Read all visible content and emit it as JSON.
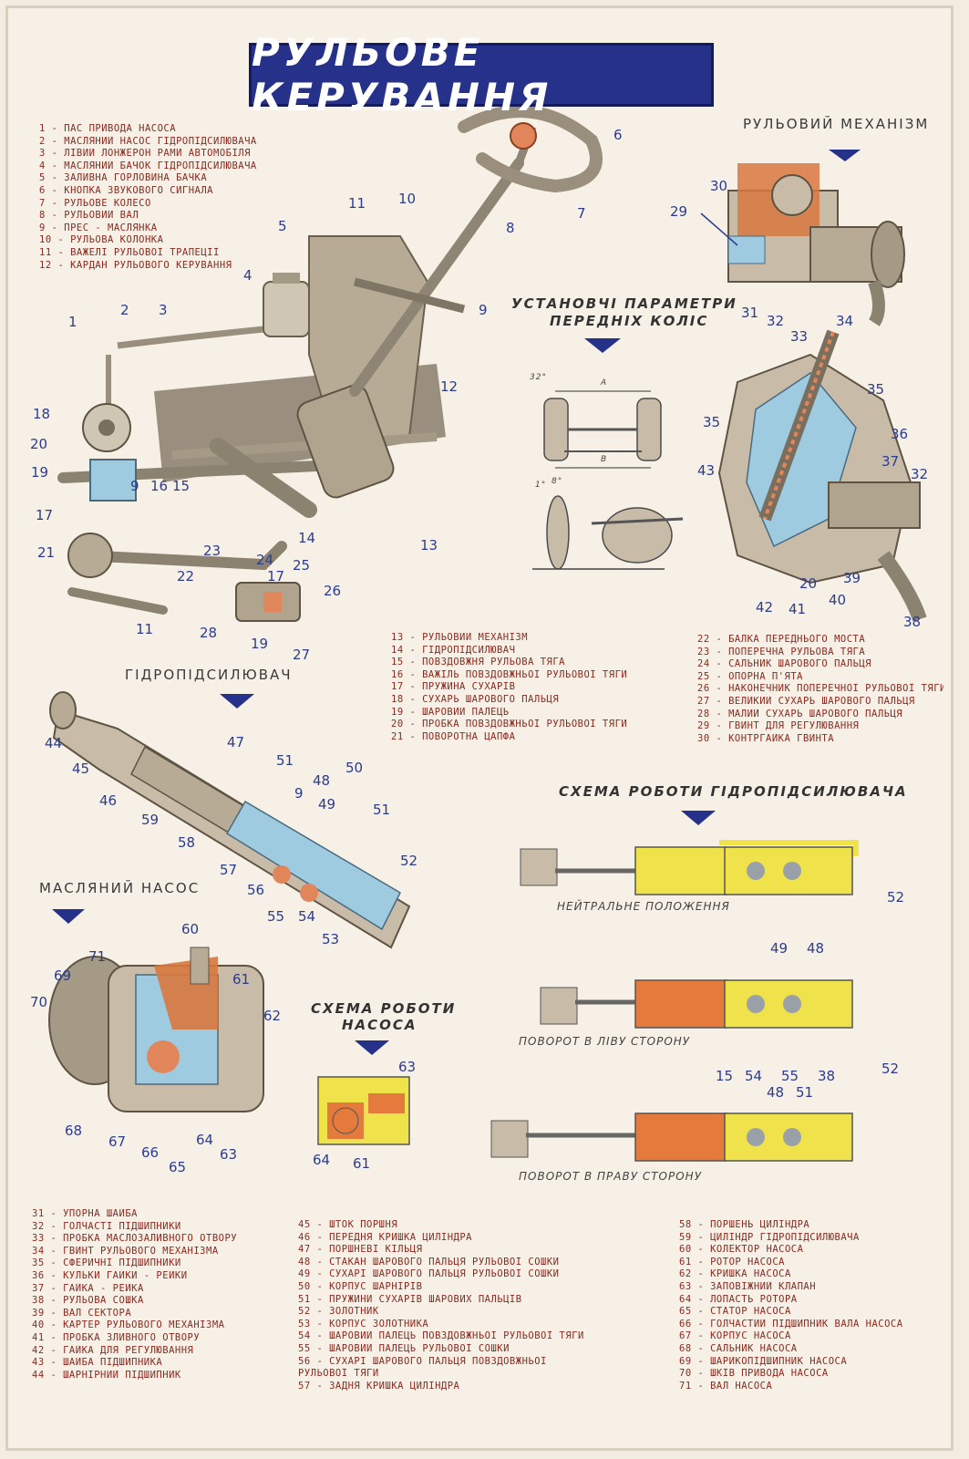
{
  "title": "РУЛЬОВЕ КЕРУВАННЯ",
  "sections": {
    "steering_mechanism": "РУЛЬОВИЙ МЕХАНІЗМ",
    "wheel_parameters_1": "УСТАНОВЧІ ПАРАМЕТРИ",
    "wheel_parameters_2": "ПЕРЕДНІХ КОЛІС",
    "power_steering": "ГІДРОПІДСИЛЮВАЧ",
    "oil_pump": "МАСЛЯНИЙ НАСОС",
    "pump_scheme_1": "СХЕМА РОБОТИ",
    "pump_scheme_2": "НАСОСА",
    "booster_scheme": "СХЕМА РОБОТИ ГІДРОПІДСИЛЮВАЧА"
  },
  "captions": {
    "neutral": "НЕЙТРАЛЬНЕ ПОЛОЖЕННЯ",
    "left_turn": "ПОВОРОТ В ЛІВУ СТОРОНУ",
    "right_turn": "ПОВОРОТ В ПРАВУ СТОРОНУ"
  },
  "wheel_params": {
    "angle_top": "32°",
    "dim_a": "А",
    "dim_b": "В",
    "angle_bottom_1": "1°",
    "angle_bottom_2": "8°"
  },
  "legend_top_left": [
    "1 - ПАС ПРИВОДА НАСОСА",
    "2 - МАСЛЯНИЙ НАСОС ГІДРОПІДСИЛЮВАЧА",
    "3 - ЛІВИЙ ЛОНЖЕРОН РАМИ АВТОМОБІЛЯ",
    "4 - МАСЛЯНИЙ БАЧОК ГІДРОПІДСИЛЮВАЧА",
    "5 - ЗАЛИВНА ГОРЛОВИНА БАЧКА",
    "6 - КНОПКА ЗВУКОВОГО СИГНАЛА",
    "7 - РУЛЬОВЕ КОЛЕСО",
    "8 - РУЛЬОВИЙ ВАЛ",
    "9 - ПРЕС - МАСЛЯНКА",
    "10 - РУЛЬОВА КОЛОНКА",
    "11 - ВАЖЕЛІ РУЛЬОВОЇ ТРАПЕЦІЇ",
    "12 - КАРДАН РУЛЬОВОГО КЕРУВАННЯ"
  ],
  "legend_mid_1": [
    "13 - РУЛЬОВИЙ МЕХАНІЗМ",
    "14 - ГІДРОПІДСИЛЮВАЧ",
    "15 - ПОВЗДОВЖНЯ РУЛЬОВА ТЯГА",
    "16 - ВАЖІЛЬ ПОВЗДОВЖНЬОЇ РУЛЬОВОЇ ТЯГИ",
    "17 - ПРУЖИНА СУХАРІВ",
    "18 - СУХАРЬ ШАРОВОГО ПАЛЬЦЯ",
    "19 - ШАРОВИЙ ПАЛЕЦЬ",
    "20 - ПРОБКА ПОВЗДОВЖНЬОЇ РУЛЬОВОЇ ТЯГИ",
    "21 - ПОВОРОТНА ЦАПФА"
  ],
  "legend_mid_2": [
    "22 - БАЛКА ПЕРЕДНЬОГО МОСТА",
    "23 - ПОПЕРЕЧНА РУЛЬОВА ТЯГА",
    "24 - САЛЬНИК ШАРОВОГО ПАЛЬЦЯ",
    "25 - ОПОРНА П'ЯТА",
    "26 - НАКОНЕЧНИК ПОПЕРЕЧНОЇ РУЛЬОВОЇ ТЯГИ",
    "27 - ВЕЛИКИЙ СУХАРЬ ШАРОВОГО ПАЛЬЦЯ",
    "28 - МАЛИЙ СУХАРЬ ШАРОВОГО ПАЛЬЦЯ",
    "29 - ГВИНТ ДЛЯ РЕГУЛЮВАННЯ",
    "30 - КОНТРГАЙКА ГВИНТА"
  ],
  "legend_bottom_1": [
    "31 - УПОРНА ШАЙБА",
    "32 - ГОЛЧАСТІ ПІДШИПНИКИ",
    "33 - ПРОБКА МАСЛОЗАЛИВНОГО ОТВОРУ",
    "34 - ГВИНТ РУЛЬОВОГО МЕХАНІЗМА",
    "35 - СФЕРИЧНІ ПІДШИПНИКИ",
    "36 - КУЛЬКИ ГАЙКИ - РЕЙКИ",
    "37 - ГАЙКА - РЕЙКА",
    "38 - РУЛЬОВА СОШКА",
    "39 - ВАЛ СЕКТОРА",
    "40 - КАРТЕР РУЛЬОВОГО МЕХАНІЗМА",
    "41 - ПРОБКА ЗЛИВНОГО ОТВОРУ",
    "42 - ГАЙКА ДЛЯ РЕГУЛЮВАННЯ",
    "43 - ШАЙБА ПІДШИПНИКА",
    "44 - ШАРНІРНИЙ ПІДШИПНИК"
  ],
  "legend_bottom_2": [
    "45 - ШТОК ПОРШНЯ",
    "46 - ПЕРЕДНЯ КРИШКА ЦИЛІНДРА",
    "47 - ПОРШНЕВІ КІЛЬЦЯ",
    "48 - СТАКАН ШАРОВОГО ПАЛЬЦЯ РУЛЬОВОЇ СОШКИ",
    "49 - СУХАРІ ШАРОВОГО ПАЛЬЦЯ РУЛЬОВОЇ СОШКИ",
    "50 - КОРПУС ШАРНІРІВ",
    "51 - ПРУЖИНИ СУХАРІВ ШАРОВИХ ПАЛЬЦІВ",
    "52 - ЗОЛОТНИК",
    "53 - КОРПУС ЗОЛОТНИКА",
    "54 - ШАРОВИЙ ПАЛЕЦЬ ПОВЗДОВЖНЬОЇ РУЛЬОВОЇ ТЯГИ",
    "55 - ШАРОВИЙ ПАЛЕЦЬ РУЛЬОВОЇ СОШКИ",
    "56 - СУХАРІ ШАРОВОГО ПАЛЬЦЯ ПОВЗДОВЖНЬОЇ",
    "       РУЛЬОВОЇ ТЯГИ",
    "57 - ЗАДНЯ КРИШКА ЦИЛІНДРА"
  ],
  "legend_bottom_3": [
    "58 - ПОРШЕНЬ ЦИЛІНДРА",
    "59 - ЦИЛІНДР ГІДРОПІДСИЛЮВАЧА",
    "60 - КОЛЕКТОР НАСОСА",
    "61 - РОТОР НАСОСА",
    "62 - КРИШКА НАСОСА",
    "63 - ЗАПОВІЖНИЙ КЛАПАН",
    "64 - ЛОПАСТЬ РОТОРА",
    "65 - СТАТОР НАСОСА",
    "66 - ГОЛЧАСТИЙ ПІДШИПНИК ВАЛА НАСОСА",
    "67 - КОРПУС НАСОСА",
    "68 - САЛЬНИК НАСОСА",
    "69 - ШАРИКОПІДШИПНИК НАСОСА",
    "70 - ШКІВ ПРИВОДА НАСОСА",
    "71 - ВАЛ НАСОСА"
  ],
  "callouts": [
    {
      "t": "1",
      "c": "cl-1"
    },
    {
      "t": "2",
      "c": "cl-2"
    },
    {
      "t": "3",
      "c": "cl-3"
    },
    {
      "t": "4",
      "c": "cl-4"
    },
    {
      "t": "5",
      "c": "cl-5"
    },
    {
      "t": "6",
      "c": "cl-6"
    },
    {
      "t": "7",
      "c": "cl-7"
    },
    {
      "t": "8",
      "c": "cl-8"
    },
    {
      "t": "9",
      "c": "cl-9"
    },
    {
      "t": "10",
      "c": "cl-10"
    },
    {
      "t": "11",
      "c": "cl-11"
    },
    {
      "t": "12",
      "c": "cl-12"
    },
    {
      "t": "13",
      "c": "cl-13"
    },
    {
      "t": "14",
      "c": "cl-14"
    },
    {
      "t": "15",
      "c": "cl-15"
    },
    {
      "t": "16",
      "c": "cl-16"
    },
    {
      "t": "9",
      "c": "cl-9b"
    },
    {
      "t": "17",
      "c": "cl-17"
    },
    {
      "t": "18",
      "c": "cl-18"
    },
    {
      "t": "19",
      "c": "cl-19"
    },
    {
      "t": "20",
      "c": "cl-20"
    },
    {
      "t": "21",
      "c": "cl-21"
    },
    {
      "t": "22",
      "c": "cl-22"
    },
    {
      "t": "23",
      "c": "cl-23"
    },
    {
      "t": "11",
      "c": "cl-11b"
    },
    {
      "t": "24",
      "c": "cl-24"
    },
    {
      "t": "25",
      "c": "cl-25"
    },
    {
      "t": "17",
      "c": "cl-17b"
    },
    {
      "t": "26",
      "c": "cl-26"
    },
    {
      "t": "28",
      "c": "cl-28"
    },
    {
      "t": "19",
      "c": "cl-19b"
    },
    {
      "t": "27",
      "c": "cl-27"
    },
    {
      "t": "30",
      "c": "cl-30"
    },
    {
      "t": "29",
      "c": "cl-29"
    },
    {
      "t": "31",
      "c": "cl-31"
    },
    {
      "t": "32",
      "c": "cl-32"
    },
    {
      "t": "33",
      "c": "cl-33"
    },
    {
      "t": "34",
      "c": "cl-34"
    },
    {
      "t": "35",
      "c": "cl-35"
    },
    {
      "t": "35",
      "c": "cl-35b"
    },
    {
      "t": "36",
      "c": "cl-36"
    },
    {
      "t": "37",
      "c": "cl-37"
    },
    {
      "t": "43",
      "c": "cl-43"
    },
    {
      "t": "32",
      "c": "cl-32b"
    },
    {
      "t": "20",
      "c": "cl-20b"
    },
    {
      "t": "39",
      "c": "cl-39"
    },
    {
      "t": "42",
      "c": "cl-42"
    },
    {
      "t": "41",
      "c": "cl-41"
    },
    {
      "t": "40",
      "c": "cl-40"
    },
    {
      "t": "38",
      "c": "cl-38"
    },
    {
      "t": "44",
      "c": "cl-44"
    },
    {
      "t": "45",
      "c": "cl-45"
    },
    {
      "t": "46",
      "c": "cl-46"
    },
    {
      "t": "47",
      "c": "cl-47"
    },
    {
      "t": "59",
      "c": "cl-59"
    },
    {
      "t": "58",
      "c": "cl-58"
    },
    {
      "t": "57",
      "c": "cl-57"
    },
    {
      "t": "51",
      "c": "cl-51"
    },
    {
      "t": "9",
      "c": "cl-9c"
    },
    {
      "t": "48",
      "c": "cl-48"
    },
    {
      "t": "49",
      "c": "cl-49"
    },
    {
      "t": "50",
      "c": "cl-50"
    },
    {
      "t": "51",
      "c": "cl-51b"
    },
    {
      "t": "56",
      "c": "cl-56"
    },
    {
      "t": "55",
      "c": "cl-55"
    },
    {
      "t": "54",
      "c": "cl-54"
    },
    {
      "t": "53",
      "c": "cl-53"
    },
    {
      "t": "52",
      "c": "cl-52"
    },
    {
      "t": "60",
      "c": "cl-60"
    },
    {
      "t": "71",
      "c": "cl-71"
    },
    {
      "t": "69",
      "c": "cl-69"
    },
    {
      "t": "61",
      "c": "cl-61"
    },
    {
      "t": "70",
      "c": "cl-70"
    },
    {
      "t": "62",
      "c": "cl-62"
    },
    {
      "t": "68",
      "c": "cl-68"
    },
    {
      "t": "67",
      "c": "cl-67"
    },
    {
      "t": "66",
      "c": "cl-66"
    },
    {
      "t": "65",
      "c": "cl-65"
    },
    {
      "t": "64",
      "c": "cl-64"
    },
    {
      "t": "63",
      "c": "cl-63"
    },
    {
      "t": "63",
      "c": "cl-63b"
    },
    {
      "t": "64",
      "c": "cl-64b"
    },
    {
      "t": "61",
      "c": "cl-61b"
    },
    {
      "t": "52",
      "c": "cl-52b"
    },
    {
      "t": "49",
      "c": "cl-49b"
    },
    {
      "t": "48",
      "c": "cl-48b"
    },
    {
      "t": "15",
      "c": "cl-15b"
    },
    {
      "t": "54",
      "c": "cl-54b"
    },
    {
      "t": "55",
      "c": "cl-55b"
    },
    {
      "t": "38",
      "c": "cl-38b"
    },
    {
      "t": "52",
      "c": "cl-52c"
    },
    {
      "t": "48",
      "c": "cl-48c"
    },
    {
      "t": "51",
      "c": "cl-51c"
    }
  ]
}
